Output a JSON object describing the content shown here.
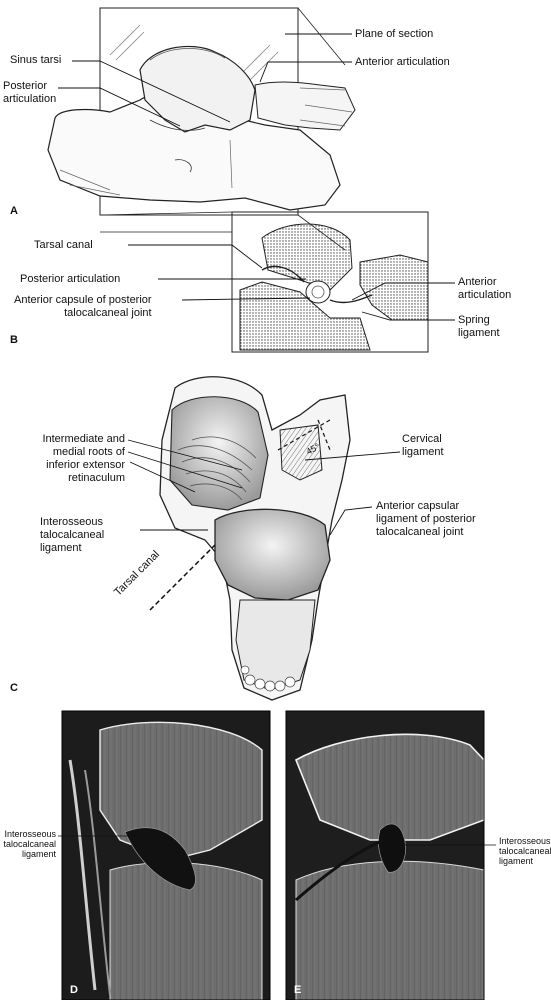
{
  "panel_a": {
    "letter": "A",
    "labels": {
      "sinus_tarsi": "Sinus tarsi",
      "posterior_articulation": "Posterior\narticulation",
      "plane_of_section": "Plane of section",
      "anterior_articulation": "Anterior articulation"
    }
  },
  "panel_b": {
    "letter": "B",
    "labels": {
      "tarsal_canal": "Tarsal canal",
      "posterior_articulation": "Posterior articulation",
      "anterior_capsule": "Anterior capsule of posterior\ntalocalcaneal joint",
      "anterior_articulation": "Anterior\narticulation",
      "spring_ligament": "Spring\nligament"
    }
  },
  "panel_c": {
    "letter": "C",
    "labels": {
      "intermediate_medial_roots": "Intermediate and\nmedial roots of\ninferior extensor\nretinaculum",
      "cervical_ligament": "Cervical\nligament",
      "interosseous_ligament": "Interosseous\ntalocalcaneal\nligament",
      "anterior_capsular_ligament": "Anterior capsular\nligament of posterior\ntalocalcaneal joint",
      "tarsal_canal": "Tarsal canal",
      "angle": "45°"
    }
  },
  "panel_d": {
    "letter": "D",
    "label": "Interosseous\ntalocalcaneal\nligament"
  },
  "panel_e": {
    "letter": "E",
    "label": "Interosseous\ntalocalcaneal\nligament"
  }
}
